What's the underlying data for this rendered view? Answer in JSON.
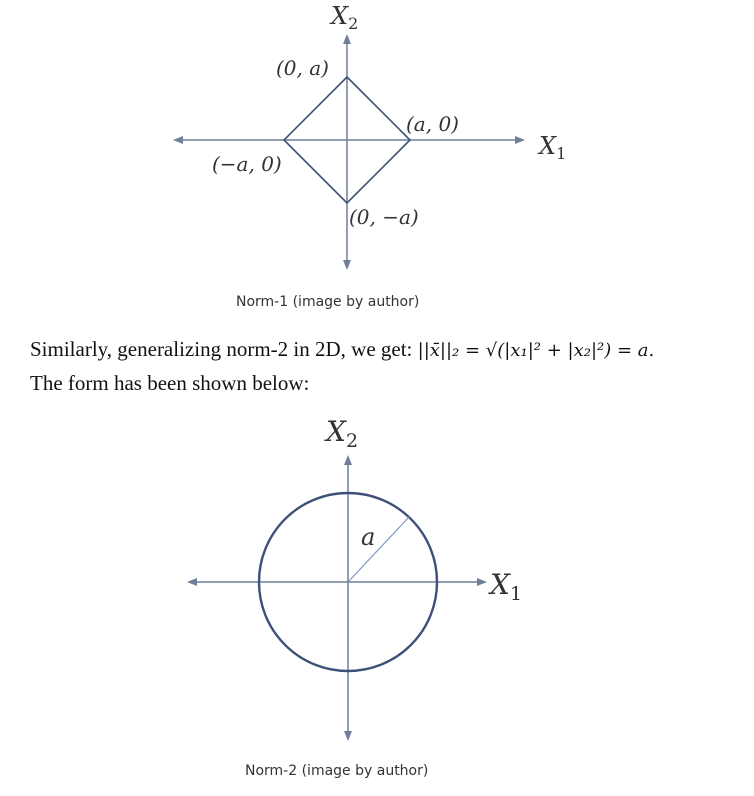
{
  "figure1": {
    "axis_x_label": "X",
    "axis_x_sub": "1",
    "axis_y_label": "X",
    "axis_y_sub": "2",
    "point_top": "(0, a)",
    "point_right": "(a, 0)",
    "point_left": "(−a, 0)",
    "point_bottom": "(0, −a)",
    "caption": "Norm-1 (image by author)"
  },
  "paragraph": {
    "line1_text": "Similarly, generalizing norm-2 in 2D, we get: ",
    "line1_math": "||x̄||₂ = √(|x₁|² + |x₂|²) = a.",
    "line2_text": "The form has been shown below:"
  },
  "figure2": {
    "axis_x_label": "X",
    "axis_x_sub": "1",
    "axis_y_label": "X",
    "axis_y_sub": "2",
    "radius_label": "a",
    "caption": "Norm-2 (image by author)"
  },
  "colors": {
    "axis": "#6f7f99",
    "shape": "#3e5078",
    "radius": "#7f96c4"
  }
}
